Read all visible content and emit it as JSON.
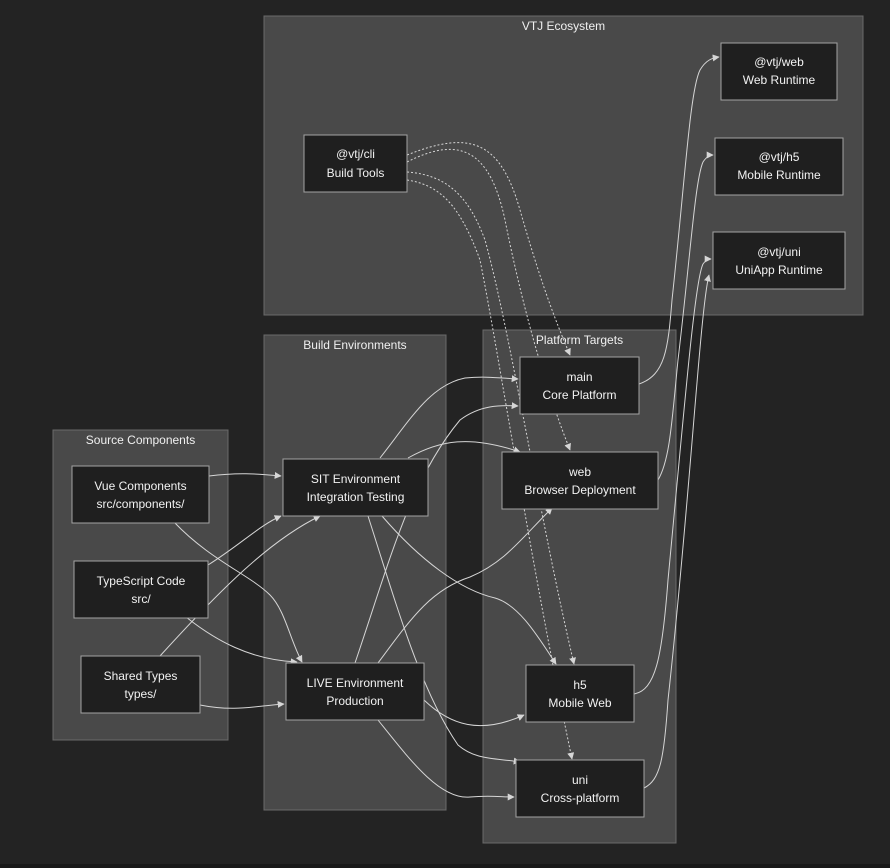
{
  "clusters": {
    "ecosystem": {
      "title": "VTJ Ecosystem"
    },
    "build_env": {
      "title": "Build Environments"
    },
    "platforms": {
      "title": "Platform Targets"
    },
    "source": {
      "title": "Source Components"
    }
  },
  "nodes": {
    "cli": {
      "line1": "@vtj/cli",
      "line2": "Build Tools"
    },
    "web_rt": {
      "line1": "@vtj/web",
      "line2": "Web Runtime"
    },
    "h5_rt": {
      "line1": "@vtj/h5",
      "line2": "Mobile Runtime"
    },
    "uni_rt": {
      "line1": "@vtj/uni",
      "line2": "UniApp Runtime"
    },
    "sit": {
      "line1": "SIT Environment",
      "line2": "Integration Testing"
    },
    "live": {
      "line1": "LIVE Environment",
      "line2": "Production"
    },
    "main": {
      "line1": "main",
      "line2": "Core Platform"
    },
    "web": {
      "line1": "web",
      "line2": "Browser Deployment"
    },
    "h5": {
      "line1": "h5",
      "line2": "Mobile Web"
    },
    "uni": {
      "line1": "uni",
      "line2": "Cross-platform"
    },
    "vue": {
      "line1": "Vue Components",
      "line2": "src/components/"
    },
    "ts": {
      "line1": "TypeScript Code",
      "line2": "src/"
    },
    "types": {
      "line1": "Shared Types",
      "line2": "types/"
    }
  },
  "colors": {
    "background": "#232323",
    "cluster_fill": "#494949",
    "node_fill": "#1f1f1f",
    "edge": "#d6d6d6"
  }
}
